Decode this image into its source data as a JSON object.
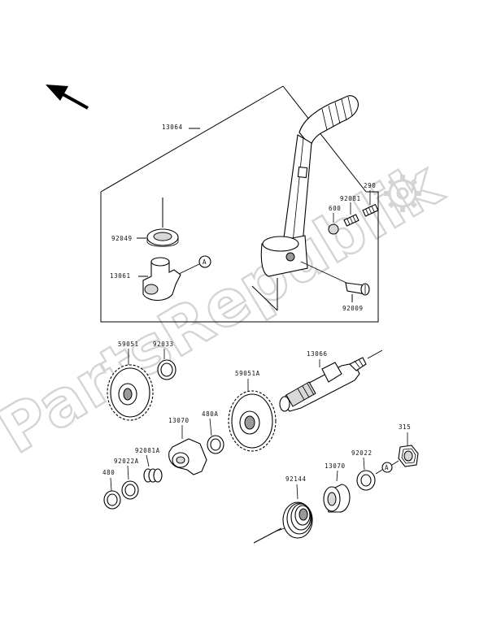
{
  "watermark": {
    "text": "PartsRepublik",
    "icon": "gear-icon"
  },
  "direction_icon": "arrow-icon",
  "callout_icon": "reference-a-icon",
  "callout_letter": "A",
  "parts": {
    "p13064": "13064",
    "p92049": "92049",
    "p13061": "13061",
    "p600": "600",
    "p92081": "92081",
    "p290": "290",
    "p92009": "92009",
    "p59051": "59051",
    "p92033": "92033",
    "p59051a": "59051A",
    "p13066": "13066",
    "p13070a": "13070",
    "p480a": "480A",
    "p92081a": "92081A",
    "p92022a": "92022A",
    "p480": "480",
    "p92144": "92144",
    "p13070b": "13070",
    "p92022": "92022",
    "p315": "315"
  }
}
